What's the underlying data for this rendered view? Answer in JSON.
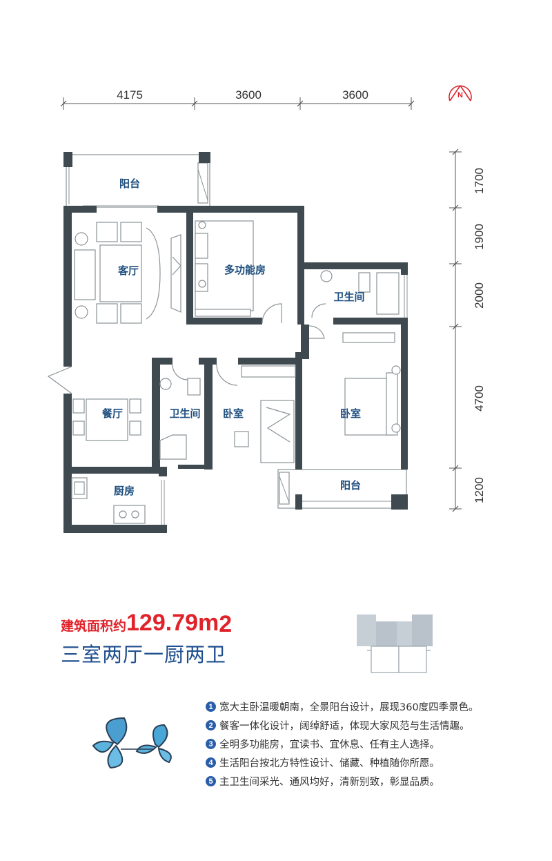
{
  "dimensions": {
    "top": [
      "4175",
      "3600",
      "3600"
    ],
    "right": [
      "1700",
      "1900",
      "2000",
      "4700",
      "1200"
    ]
  },
  "compass": {
    "letter": "N"
  },
  "rooms": {
    "balcony_north": "阳台",
    "living_room": "客厅",
    "multi_room": "多功能房",
    "bathroom_master": "卫生间",
    "dining": "餐厅",
    "bathroom_small": "卫生间",
    "bedroom_second": "卧室",
    "bedroom_master": "卧室",
    "kitchen": "厨房",
    "balcony_south": "阳台"
  },
  "summary": {
    "area_label": "建筑面积约",
    "area_value": "129.79",
    "area_unit": "m",
    "area_sup": "2",
    "layout": "三室两厅一厨两卫"
  },
  "features": [
    {
      "num": "1",
      "text": "宽大主卧温暖朝南，全景阳台设计，展现360度四季景色。"
    },
    {
      "num": "2",
      "text": "餐客一体化设计，阔绰舒适，体现大家风范与生活情趣。"
    },
    {
      "num": "3",
      "text": "全明多功能房，宜读书、宜休息、任有主人选择。"
    },
    {
      "num": "4",
      "text": "生活阳台按北方特性设计、储藏、种植随你所愿。"
    },
    {
      "num": "5",
      "text": "主卫生间采光、通风均好，清新别致，彰显品质。"
    }
  ],
  "colors": {
    "wall": "#3f4a50",
    "room_label": "#1f4f7f",
    "area_red": "#e0222a",
    "layout_blue": "#1f4f8f",
    "badge_blue": "#2a5da8",
    "compass_red": "#d9232a"
  },
  "icons": [
    "compass-north-icon",
    "butterfly-icon",
    "building-keyplan-icon"
  ]
}
